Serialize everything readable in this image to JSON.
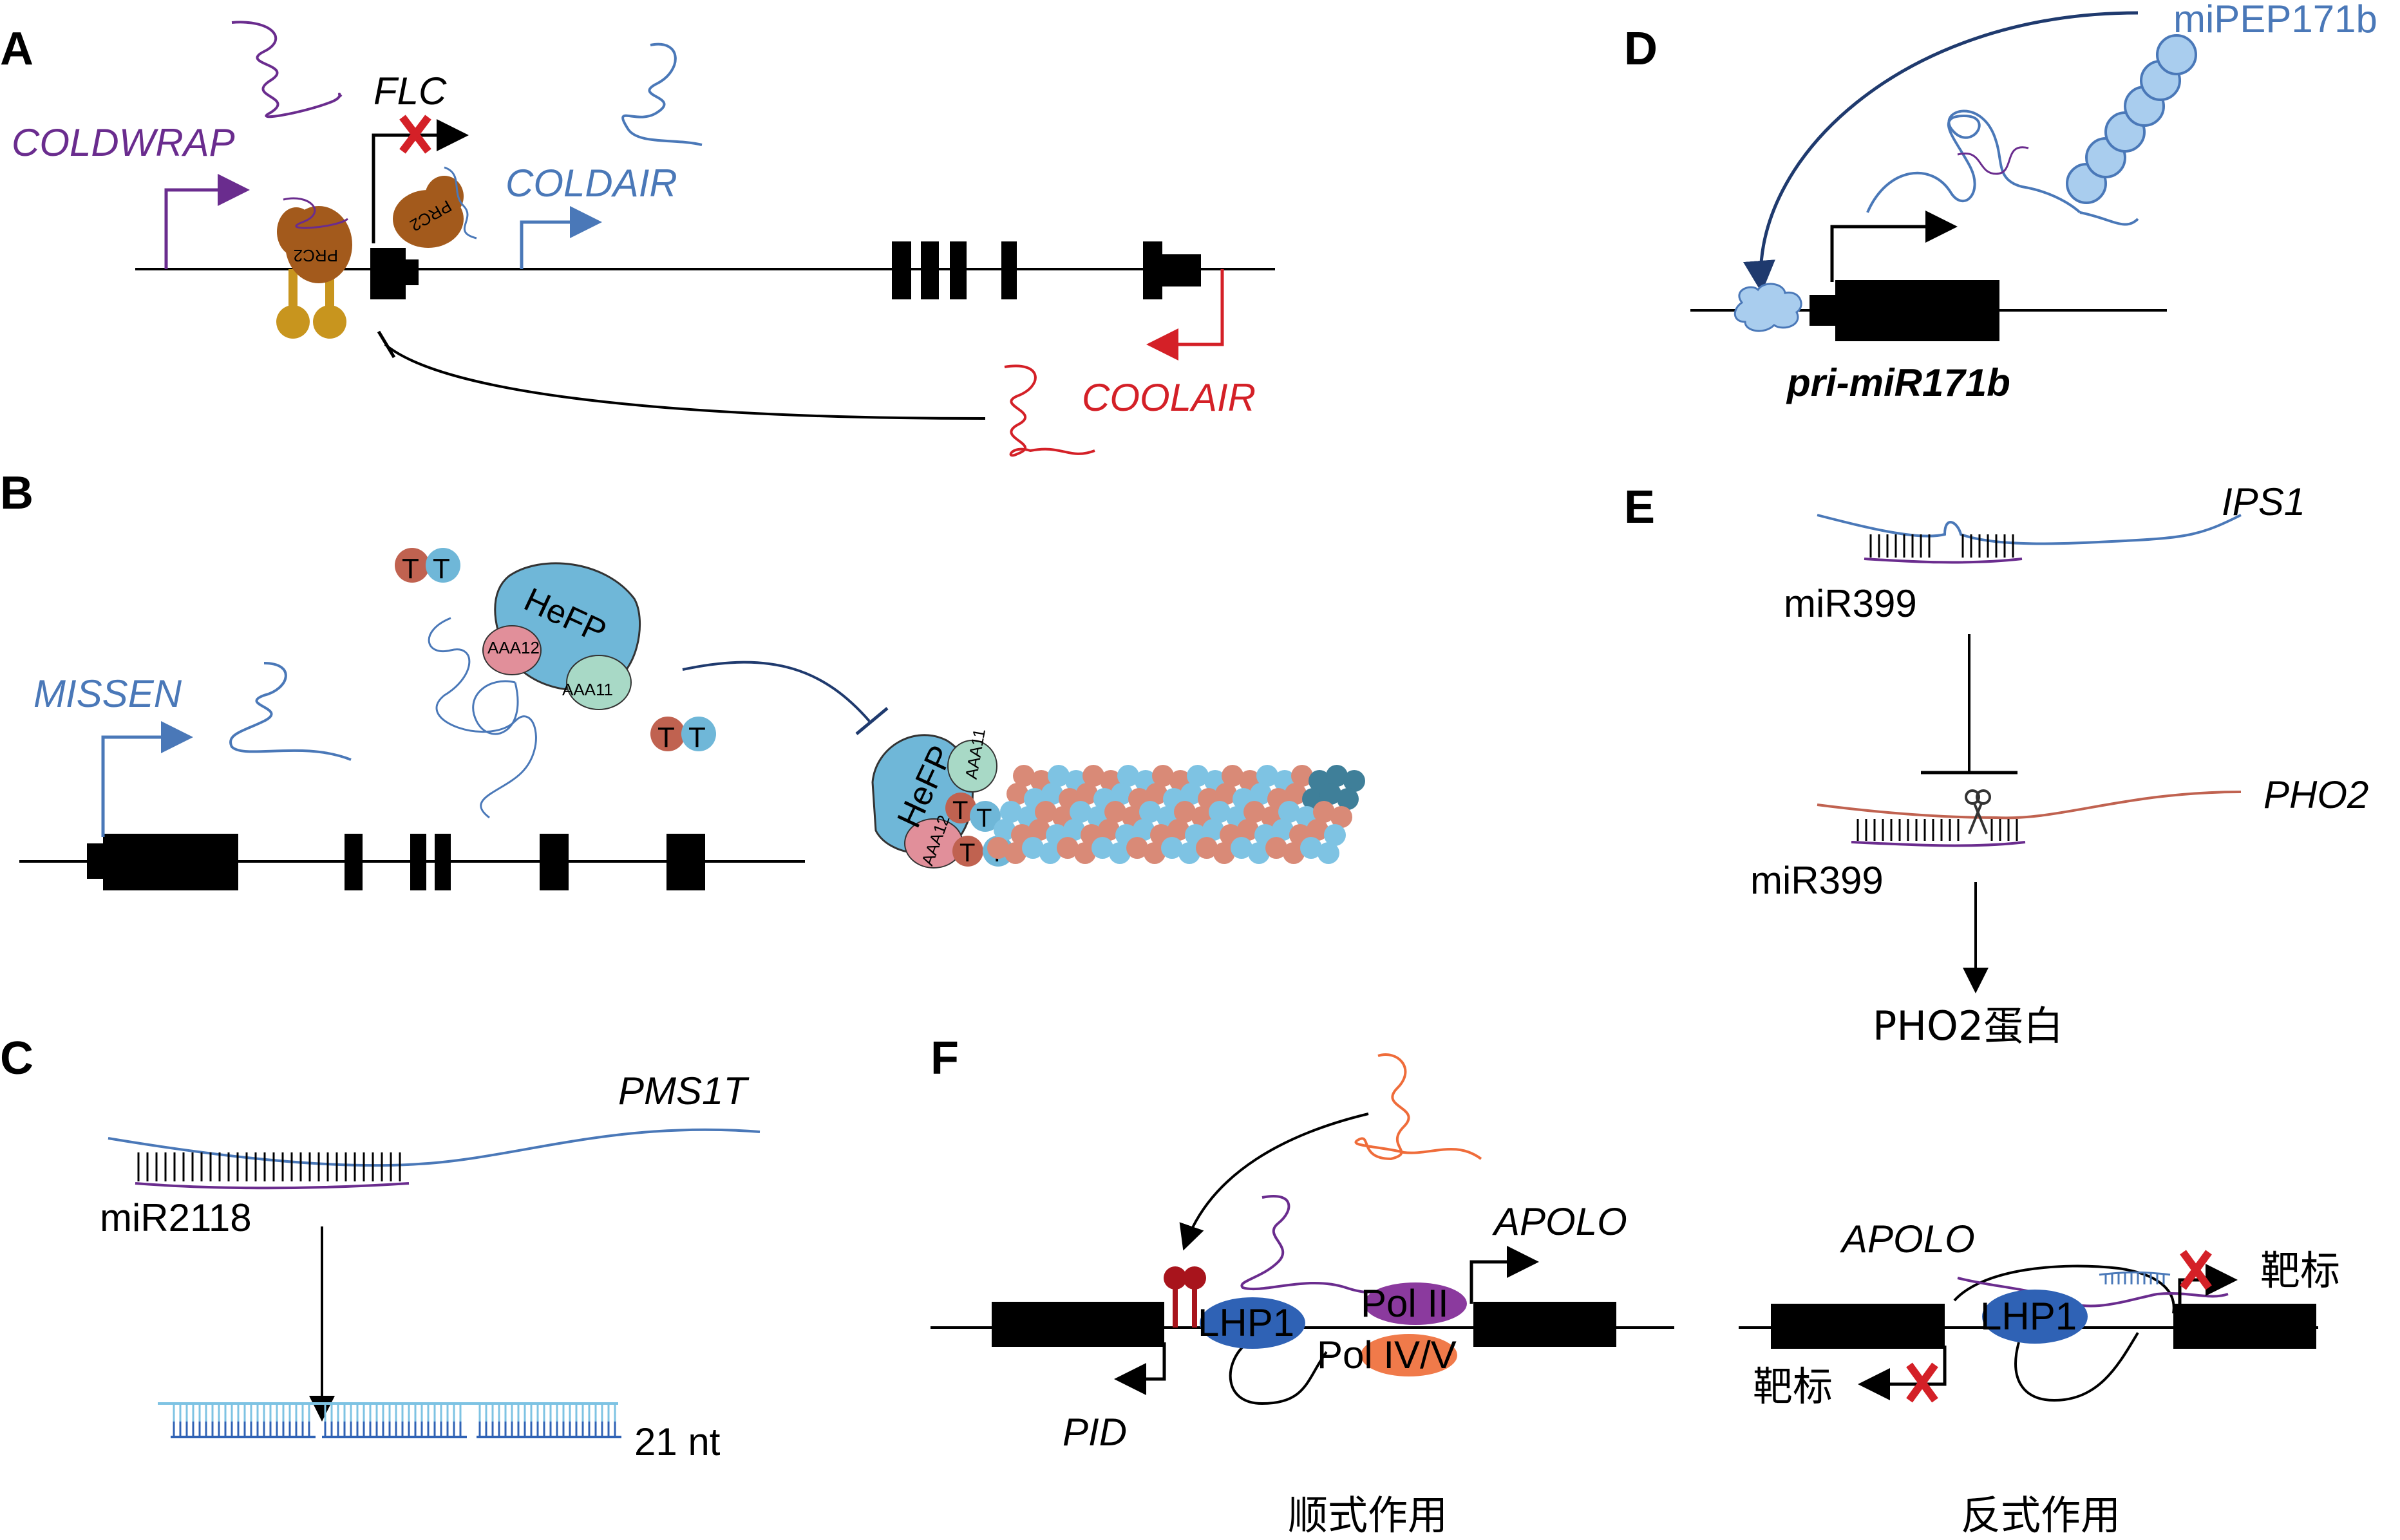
{
  "panels": {
    "A": {
      "letter": "A",
      "flc": "FLC",
      "coldwrap": "COLDWRAP",
      "coldair": "COLDAIR",
      "coolair": "COOLAIR",
      "prc2_left": "PRC2",
      "prc2_right": "PRC2"
    },
    "B": {
      "letter": "B",
      "missen": "MISSEN",
      "hefp": "HeFP",
      "aaa12": "AAA12",
      "aaa11": "AAA11",
      "t": "T"
    },
    "C": {
      "letter": "C",
      "pms1t": "PMS1T",
      "mir2118": "miR2118",
      "nt21": "21 nt"
    },
    "D": {
      "letter": "D",
      "mipep": "miPEP171b",
      "primir": "pri-miR171b"
    },
    "E": {
      "letter": "E",
      "ips1": "IPS1",
      "mir399_top": "miR399",
      "pho2": "PHO2",
      "mir399_bottom": "miR399",
      "pho2_protein": "PHO2蛋白"
    },
    "F": {
      "letter": "F",
      "apolo_cis": "APOLO",
      "pol2": "Pol II",
      "polivv": "Pol IV/V",
      "lhp1_cis": "LHP1",
      "pid": "PID",
      "cis_caption": "顺式作用",
      "apolo_trans": "APOLO",
      "lhp1_trans": "LHP1",
      "target_right": "靶标",
      "target_left": "靶标",
      "trans_caption": "反式作用"
    }
  },
  "colors": {
    "purple": "#6a2c8e",
    "steelblue": "#4a78b8",
    "red": "#d42027",
    "orange": "#ef6c3a",
    "prc2_brown": "#a35a1c",
    "prc2_gold": "#c8951e",
    "hefp_blue": "#6fb7d8",
    "lhp1_blue": "#2f62b5",
    "polii_purple": "#8b3a9e",
    "polivv_orange": "#f07a4a",
    "fiber_salmon": "#d98a77",
    "fiber_sky": "#7ec3e3",
    "dark_red": "#a8141c",
    "navy": "#1f3a6e"
  }
}
